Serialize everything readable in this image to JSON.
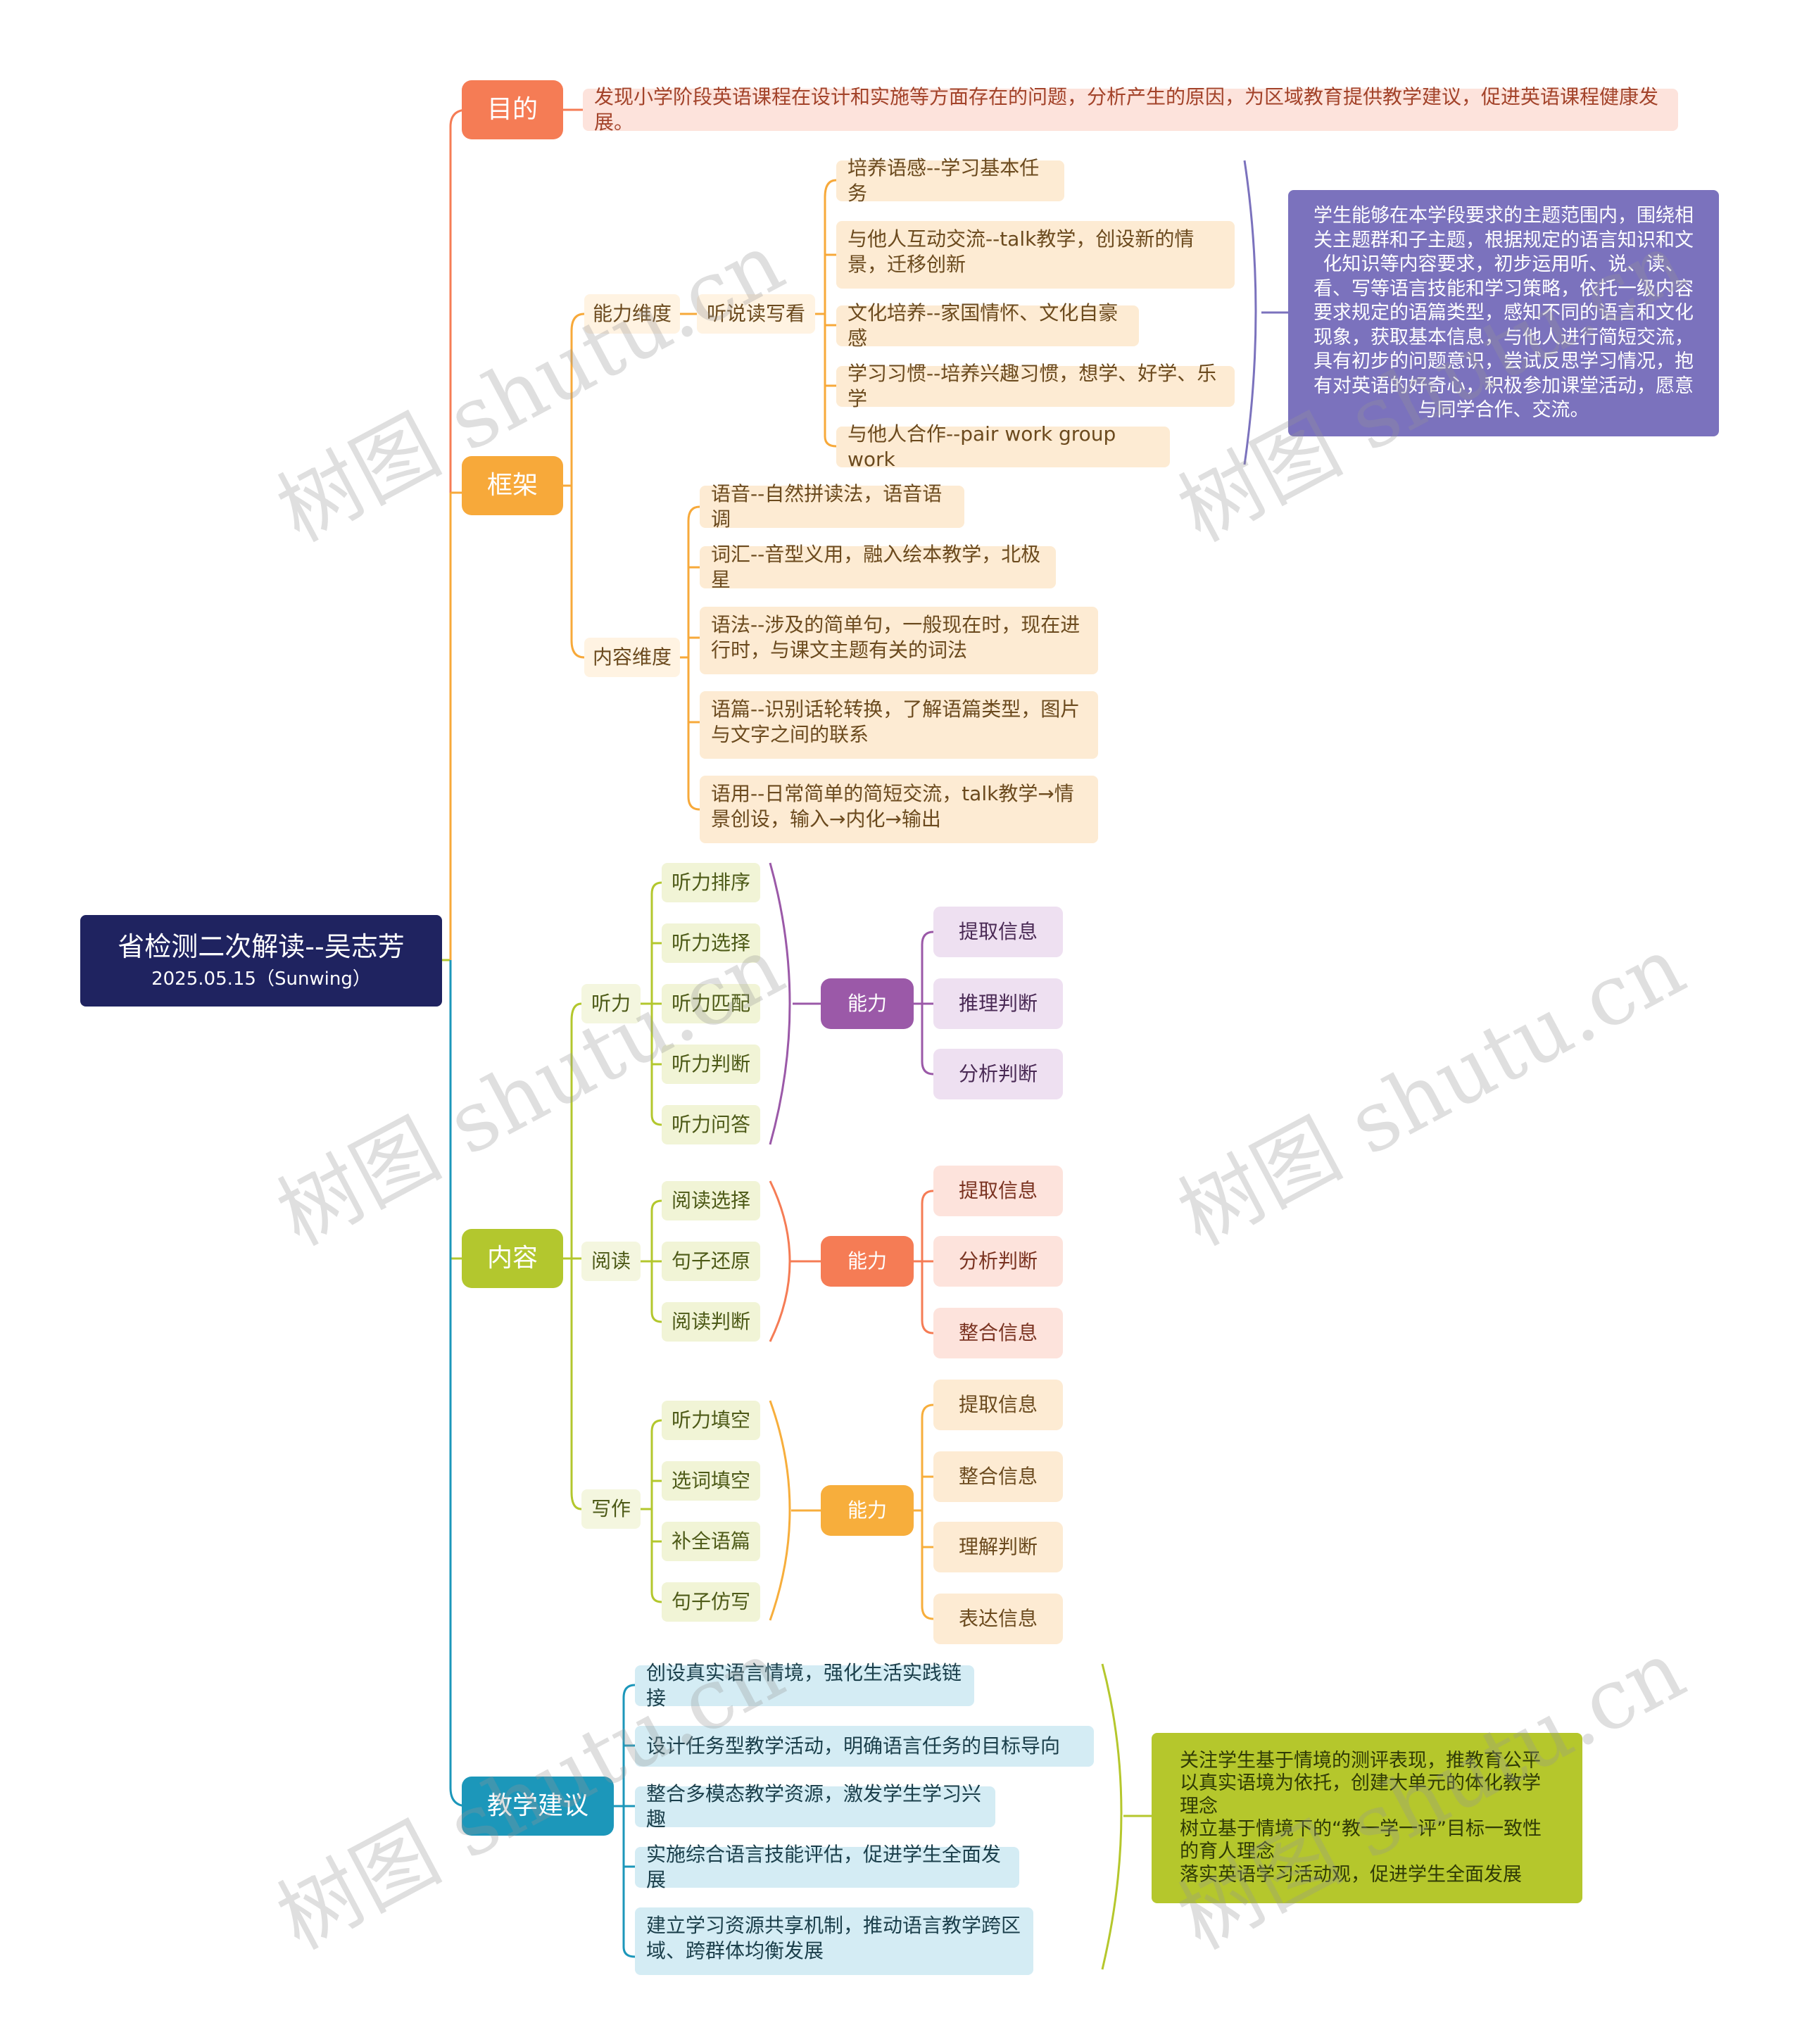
{
  "root": {
    "title": "省检测二次解读--吴志芳",
    "subtitle": "2025.05.15（Sunwing）"
  },
  "purpose": {
    "label": "目的",
    "text": "发现小学阶段英语课程在设计和实施等方面存在的问题，分析产生的原因，为区域教育提供教学建议，促进英语课程健康发展。"
  },
  "framework": {
    "label": "框架",
    "ability_dim": "能力维度",
    "skills": "听说读写看",
    "ability_items": [
      "培养语感--学习基本任务",
      "与他人互动交流--talk教学，创设新的情景，迁移创新",
      "文化培养--家国情怀、文化自豪感",
      "学习习惯--培养兴趣习惯，想学、好学、乐学",
      "与他人合作--pair work group work"
    ],
    "ability_note": "学生能够在本学段要求的主题范围内，围绕相关主题群和子主题，根据规定的语言知识和文化知识等内容要求，初步运用听、说、读、看、写等语言技能和学习策略，依托一级内容要求规定的语篇类型，感知不同的语言和文化现象，获取基本信息，与他人进行简短交流，具有初步的问题意识，尝试反思学习情况，抱有对英语的好奇心，积极参加课堂活动，愿意与同学合作、交流。",
    "content_dim": "内容维度",
    "content_items": [
      "语音--自然拼读法，语音语调",
      "词汇--音型义用，融入绘本教学，北极星",
      "语法--涉及的简单句，一般现在时，现在进行时，与课文主题有关的词法",
      "语篇--识别话轮转换，了解语篇类型，图片与文字之间的联系",
      "语用--日常简单的简短交流，talk教学→情景创设，输入→内化→输出"
    ]
  },
  "content": {
    "label": "内容",
    "listening": {
      "label": "听力",
      "items": [
        "听力排序",
        "听力选择",
        "听力匹配",
        "听力判断",
        "听力问答"
      ],
      "ability": "能力",
      "abilities": [
        "提取信息",
        "推理判断",
        "分析判断"
      ]
    },
    "reading": {
      "label": "阅读",
      "items": [
        "阅读选择",
        "句子还原",
        "阅读判断"
      ],
      "ability": "能力",
      "abilities": [
        "提取信息",
        "分析判断",
        "整合信息"
      ]
    },
    "writing": {
      "label": "写作",
      "items": [
        "听力填空",
        "选词填空",
        "补全语篇",
        "句子仿写"
      ],
      "ability": "能力",
      "abilities": [
        "提取信息",
        "整合信息",
        "理解判断",
        "表达信息"
      ]
    }
  },
  "suggestions": {
    "label": "教学建议",
    "items": [
      "创设真实语言情境，强化生活实践链接",
      "设计任务型教学活动，明确语言任务的目标导向",
      "整合多模态教学资源，激发学生学习兴趣",
      "实施综合语言技能评估，促进学生全面发展",
      "建立学习资源共享机制，推动语言教学跨区域、跨群体均衡发展"
    ],
    "note_lines": [
      "关注学生基于情境的测评表现，推教育公平",
      "以真实语境为依托，创建大单元的体化教学理念",
      "树立基于情境下的“教一学一评”目标一致性的育人理念",
      "落实英语学习活动观，促进学生全面发展"
    ]
  },
  "watermark": "树图 shutu.cn",
  "colors": {
    "root": "#1f2360",
    "purpose": "#f57c55",
    "framework": "#f7a93a",
    "content": "#b3c72e",
    "suggestions": "#1c97ba",
    "listen_ability": "#9b59a8",
    "read_ability": "#f57c55",
    "write_ability": "#f7ae3c",
    "note_purple": "#7b72bd",
    "note_green": "#b5c72c"
  }
}
